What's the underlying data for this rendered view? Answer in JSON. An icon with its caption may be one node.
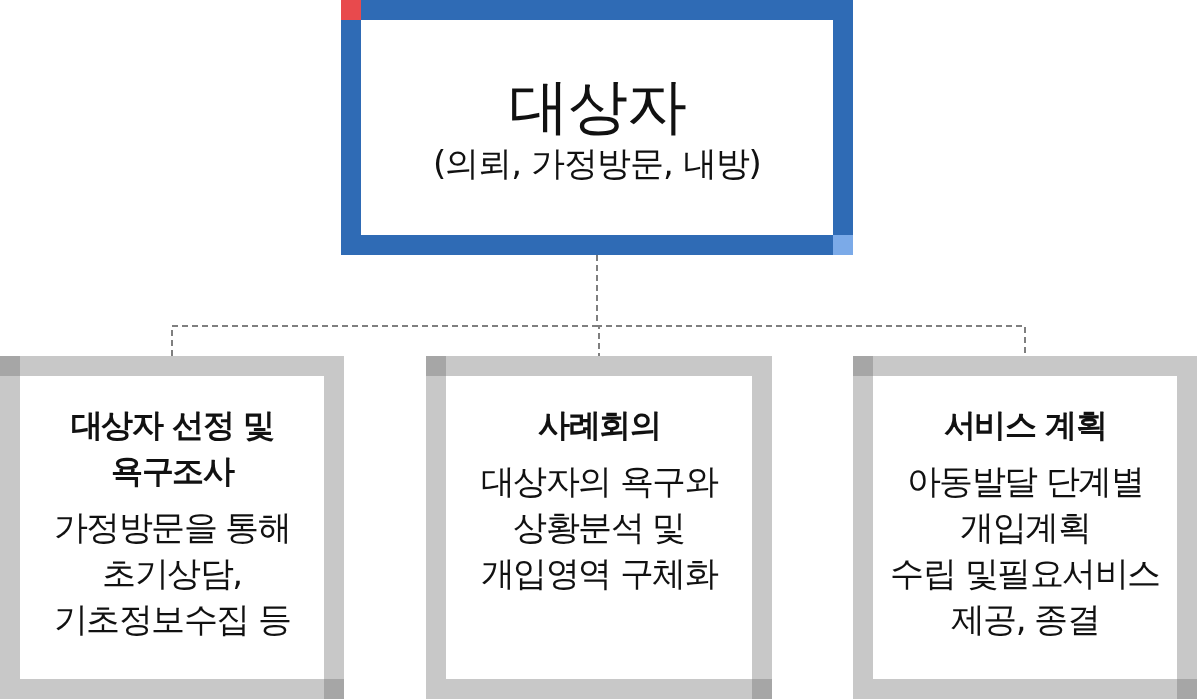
{
  "diagram": {
    "nodes": [
      {
        "text": [
          "대상자",
          "(의뢰, 가정방문, 내방)"
        ]
      },
      {
        "text": [
          "대상자 선정 및 욕구조사",
          "가정방문을 통해 초기상담, 기초정보수집 등"
        ]
      },
      {
        "text": [
          "사례회의",
          "대상자의 욕구와 상황분석 및 개입영역 구체화"
        ]
      },
      {
        "text": [
          "서비스 계획",
          "아동발달 단계별 개입계획 수립 및필요서비스 제공, 종결"
        ]
      }
    ],
    "edges": [
      {
        "from": 0,
        "to": 1,
        "arrow": "none",
        "style": "dashed"
      },
      {
        "from": 0,
        "to": 2,
        "arrow": "none",
        "style": "dashed"
      },
      {
        "from": 0,
        "to": 3,
        "arrow": "none",
        "style": "dashed"
      }
    ]
  }
}
